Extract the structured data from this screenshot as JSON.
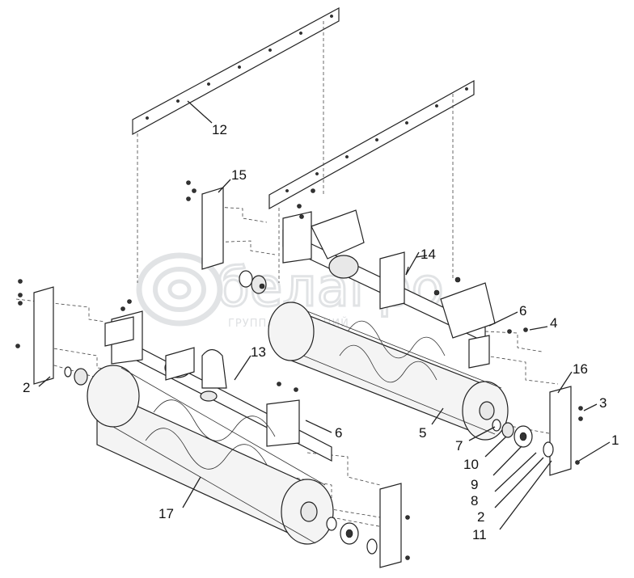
{
  "watermark": {
    "brand": "белагро",
    "subtitle": "ГРУППА КОМПАНИЙ"
  },
  "callouts": [
    {
      "id": "c12",
      "text": "12"
    },
    {
      "id": "c15",
      "text": "15"
    },
    {
      "id": "c14",
      "text": "14"
    },
    {
      "id": "c13",
      "text": "13"
    },
    {
      "id": "c6a",
      "text": "6"
    },
    {
      "id": "c4",
      "text": "4"
    },
    {
      "id": "c16",
      "text": "16"
    },
    {
      "id": "c3",
      "text": "3"
    },
    {
      "id": "c1",
      "text": "1"
    },
    {
      "id": "c2a",
      "text": "2"
    },
    {
      "id": "c6b",
      "text": "6"
    },
    {
      "id": "c5",
      "text": "5"
    },
    {
      "id": "c7",
      "text": "7"
    },
    {
      "id": "c10",
      "text": "10"
    },
    {
      "id": "c9",
      "text": "9"
    },
    {
      "id": "c8",
      "text": "8"
    },
    {
      "id": "c2b",
      "text": "2"
    },
    {
      "id": "c11",
      "text": "11"
    },
    {
      "id": "c17",
      "text": "17"
    }
  ]
}
